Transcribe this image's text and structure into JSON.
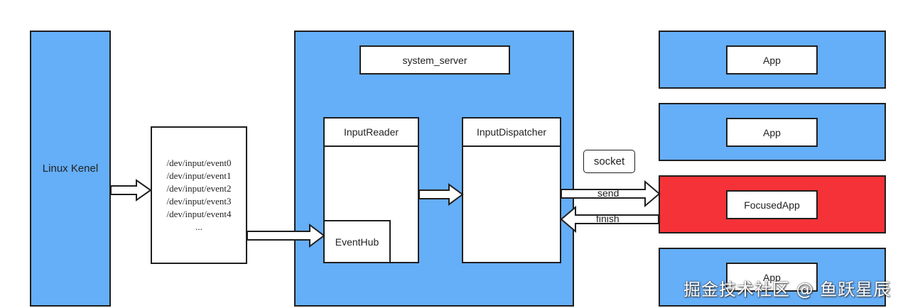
{
  "linux_kernel": {
    "label": "Linux Kenel"
  },
  "devices": {
    "lines": [
      "/dev/input/event0",
      "/dev/input/event1",
      "/dev/input/event2",
      "/dev/input/event3",
      "/dev/input/event4",
      "..."
    ]
  },
  "system_server": {
    "title": "system_server",
    "input_reader": "InputReader",
    "event_hub": "EventHub",
    "input_dispatcher": "InputDispatcher"
  },
  "channel": {
    "socket": "socket",
    "send": "send",
    "finish": "finish"
  },
  "apps": {
    "app1": "App",
    "app2": "App",
    "focused": "FocusedApp",
    "app4": "App"
  },
  "colors": {
    "blue": "#65aef8",
    "red": "#f53237",
    "border": "#1f1f1f"
  },
  "watermark": "掘金技术社区 @ 鱼跃星辰"
}
